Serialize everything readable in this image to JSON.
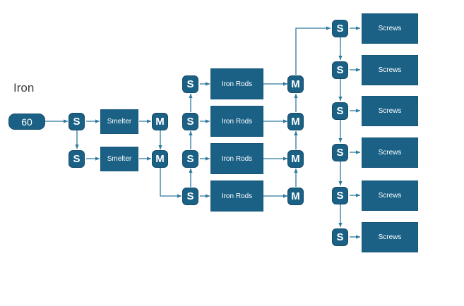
{
  "diagram": {
    "title": "Iron",
    "background_color": "#ffffff",
    "node_fill": "#1a6185",
    "node_border": "#154b68",
    "node_text_color": "#ffffff",
    "edge_color": "#2d7a9e",
    "label_color": "#3c3c3c",
    "type": "production-flow-graph"
  },
  "source": {
    "label": "Iron",
    "amount": "60"
  },
  "nodes": {
    "splitter_symbol": "S",
    "merger_symbol": "M",
    "smelter_label": "Smelter",
    "iron_rods_label": "Iron Rods",
    "screws_label": "Screws"
  },
  "columns": {
    "splitters_stage1": [
      {
        "name": "splitter-1",
        "symbol": "S"
      },
      {
        "name": "splitter-2",
        "symbol": "S"
      }
    ],
    "smelters": [
      {
        "name": "smelter-1",
        "label": "Smelter"
      },
      {
        "name": "smelter-2",
        "label": "Smelter"
      }
    ],
    "mergers_stage1": [
      {
        "name": "merger-1",
        "symbol": "M"
      },
      {
        "name": "merger-2",
        "symbol": "M"
      }
    ],
    "splitters_stage2": [
      {
        "name": "splitter-3",
        "symbol": "S"
      },
      {
        "name": "splitter-4",
        "symbol": "S"
      },
      {
        "name": "splitter-5",
        "symbol": "S"
      },
      {
        "name": "splitter-6",
        "symbol": "S"
      }
    ],
    "iron_rods": [
      {
        "name": "iron-rods-1",
        "label": "Iron Rods"
      },
      {
        "name": "iron-rods-2",
        "label": "Iron Rods"
      },
      {
        "name": "iron-rods-3",
        "label": "Iron Rods"
      },
      {
        "name": "iron-rods-4",
        "label": "Iron Rods"
      }
    ],
    "mergers_stage2": [
      {
        "name": "merger-3",
        "symbol": "M"
      },
      {
        "name": "merger-4",
        "symbol": "M"
      },
      {
        "name": "merger-5",
        "symbol": "M"
      },
      {
        "name": "merger-6",
        "symbol": "M"
      }
    ],
    "splitters_stage3": [
      {
        "name": "splitter-7",
        "symbol": "S"
      },
      {
        "name": "splitter-8",
        "symbol": "S"
      },
      {
        "name": "splitter-9",
        "symbol": "S"
      },
      {
        "name": "splitter-10",
        "symbol": "S"
      },
      {
        "name": "splitter-11",
        "symbol": "S"
      },
      {
        "name": "splitter-12",
        "symbol": "S"
      }
    ],
    "screws": [
      {
        "name": "screws-1",
        "label": "Screws"
      },
      {
        "name": "screws-2",
        "label": "Screws"
      },
      {
        "name": "screws-3",
        "label": "Screws"
      },
      {
        "name": "screws-4",
        "label": "Screws"
      },
      {
        "name": "screws-5",
        "label": "Screws"
      },
      {
        "name": "screws-6",
        "label": "Screws"
      }
    ]
  }
}
